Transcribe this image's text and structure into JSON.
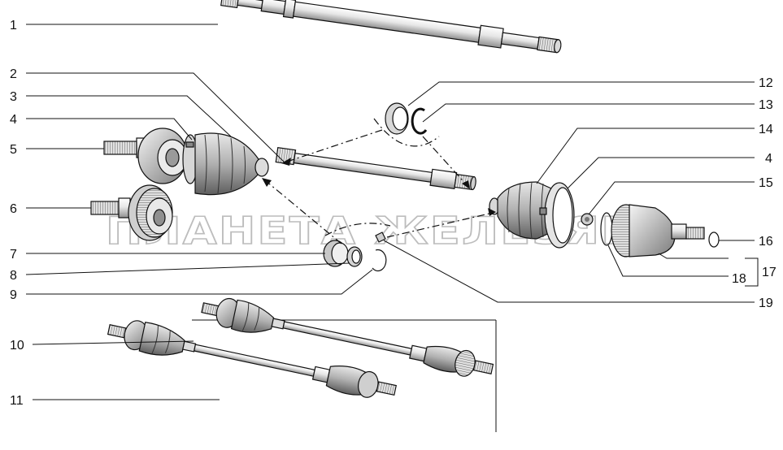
{
  "watermark": "ПЛАНЕТА ЖЕЛЕЗЯКА",
  "callouts": [
    {
      "id": "1"
    },
    {
      "id": "2"
    },
    {
      "id": "3"
    },
    {
      "id": "4"
    },
    {
      "id": "5"
    },
    {
      "id": "6"
    },
    {
      "id": "7"
    },
    {
      "id": "8"
    },
    {
      "id": "9"
    },
    {
      "id": "10"
    },
    {
      "id": "11"
    },
    {
      "id": "12"
    },
    {
      "id": "13"
    },
    {
      "id": "14"
    },
    {
      "id": "4"
    },
    {
      "id": "15"
    },
    {
      "id": "16"
    },
    {
      "id": "17"
    },
    {
      "id": "18"
    },
    {
      "id": "19"
    }
  ],
  "colors": {
    "line": "#111111",
    "metal_light": "#f2f2f2",
    "metal_mid": "#cfcfcf",
    "metal_dark": "#8a8a8a",
    "boot": "#b9b9b9"
  }
}
